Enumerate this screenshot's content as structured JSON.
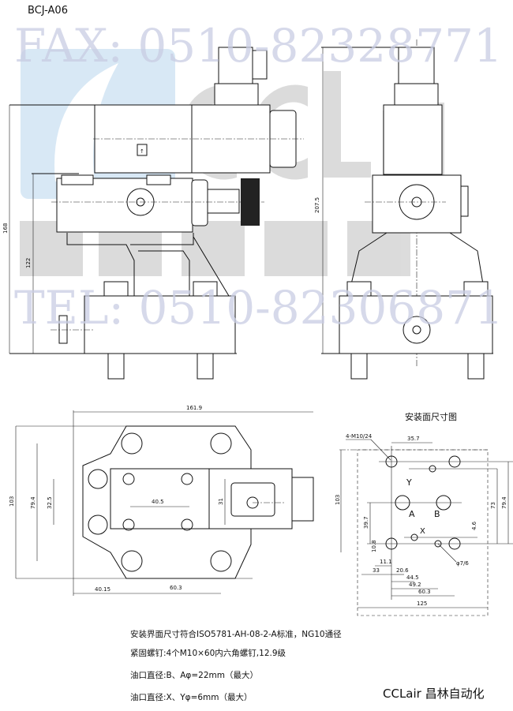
{
  "model": "BCJ-A06",
  "watermark": {
    "logo_text": "CCLair 昌林自动化",
    "tel": "TEL: 0510-82306871",
    "fax": "FAX: 0510-82328771"
  },
  "side_view": {
    "dims": {
      "height_total": "168",
      "height_body": "122"
    },
    "arrow_label": "↑"
  },
  "front_view": {
    "dims": {
      "height": "207.5"
    }
  },
  "top_view": {
    "dims": {
      "width": "161.9",
      "depth": "103",
      "bolt_y": "79.4",
      "port_y": "32.5",
      "port_x": "40.5",
      "coil_w": "31",
      "offset_x": "40.15",
      "bolt_x": "60.3"
    }
  },
  "mounting": {
    "title": "安装面尺寸图",
    "bolt_spec": "4-M10/24",
    "pin_spec": "φ7/6",
    "ports": {
      "a": "A",
      "b": "B",
      "x": "X",
      "y": "Y"
    },
    "dims": {
      "d35_7": "35.7",
      "d103": "103",
      "d39_7": "39.7",
      "d10_8": "10.8",
      "d73": "73",
      "d79_4": "79.4",
      "d4_6": "4.6",
      "d11_1": "11.1",
      "d33": "33",
      "d20_6": "20.6",
      "d44_5": "44.5",
      "d49_2": "49.2",
      "d60_3": "60.3",
      "d125": "125"
    }
  },
  "notes": [
    "安装界面尺寸符合ISO5781-AH-08-2-A标准，NG10通径",
    "紧固螺钉:4个M10×60内六角螺钉,12.9级",
    "油口直径:B、Aφ=22mm（最大）",
    "油口直径:X、Yφ=6mm（最大）"
  ],
  "brand": "CCLair 昌林自动化"
}
